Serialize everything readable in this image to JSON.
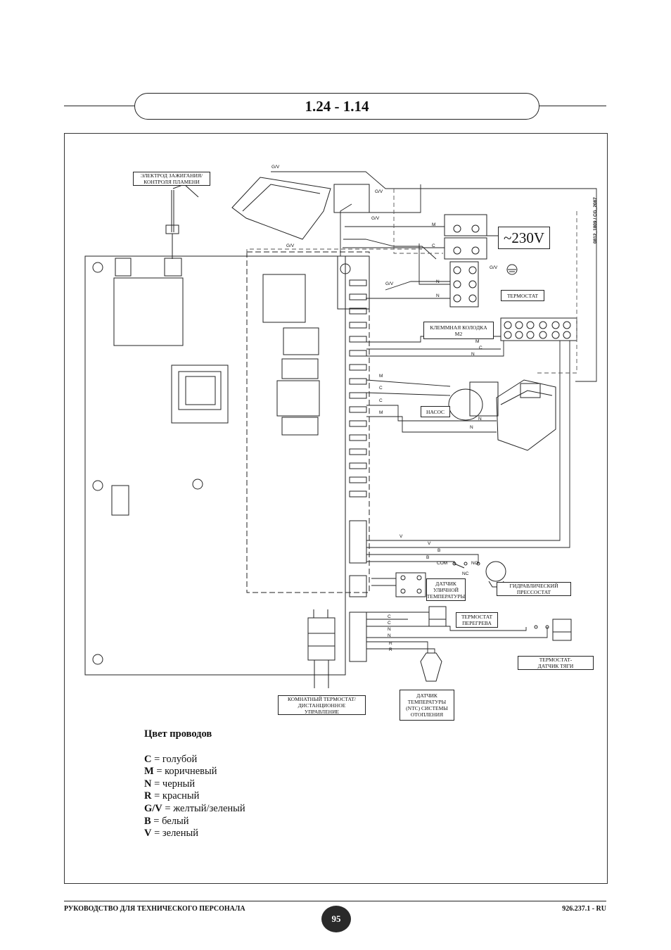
{
  "header": {
    "title": "1.24 - 1.14"
  },
  "diagram": {
    "code": "0812_1809 / CG_2087",
    "voltage": "~230V",
    "components": {
      "ignition_electrode": [
        "ЭЛЕКТРОД ЗАЖИГАНИЯ/",
        "КОНТРОЛЯ ПЛАМЕНИ"
      ],
      "thermostat": "ТЕРМОСТАТ",
      "terminal_block": [
        "КЛЕММНАЯ КОЛОДКА",
        "М2"
      ],
      "pump": "НАСОС",
      "hydraulic_pressostat": [
        "ГИДРАВЛИЧЕСКИЙ",
        "ПРЕССОСТАТ"
      ],
      "outdoor_sensor": [
        "ДАТЧИК",
        "УЛИЧНОЙ",
        "ТЕМПЕРАТУРЫ"
      ],
      "overheat_thermostat": [
        "ТЕРМОСТАТ",
        "ПЕРЕГРЕВА"
      ],
      "flue_thermostat": [
        "ТЕРМОСТАТ-",
        "ДАТЧИК ТЯГИ"
      ],
      "room_thermostat": [
        "КОМНАТНЫЙ ТЕРМОСТАТ/",
        "ДИСТАНЦИОННОЕ",
        "УПРАВЛЕНИЕ"
      ],
      "ntc_sensor": [
        "ДАТЧИК",
        "ТЕМПЕРАТУРЫ",
        "(NTC) СИСТЕМЫ",
        "ОТОПЛЕНИЯ"
      ]
    },
    "wire_labels": {
      "gv": "G/V",
      "m": "M",
      "c": "C",
      "n": "N",
      "v": "V",
      "b": "B",
      "r": "R",
      "com": "COM",
      "no": "NO",
      "nc": "NC"
    }
  },
  "legend": {
    "heading": "Цвет проводов",
    "items": [
      {
        "code": "C",
        "text": " = голубой"
      },
      {
        "code": "M",
        "text": " = коричневый"
      },
      {
        "code": "N",
        "text": " = черный"
      },
      {
        "code": "R",
        "text": " = красный"
      },
      {
        "code": "G/V",
        "text": " = желтый/зеленый"
      },
      {
        "code": "B",
        "text": " = белый"
      },
      {
        "code": "V",
        "text": " = зеленый"
      }
    ]
  },
  "footer": {
    "left": "РУКОВОДСТВО ДЛЯ ТЕХНИЧЕСКОГО ПЕРСОНАЛА",
    "page": "95",
    "right": "926.237.1 - RU"
  }
}
